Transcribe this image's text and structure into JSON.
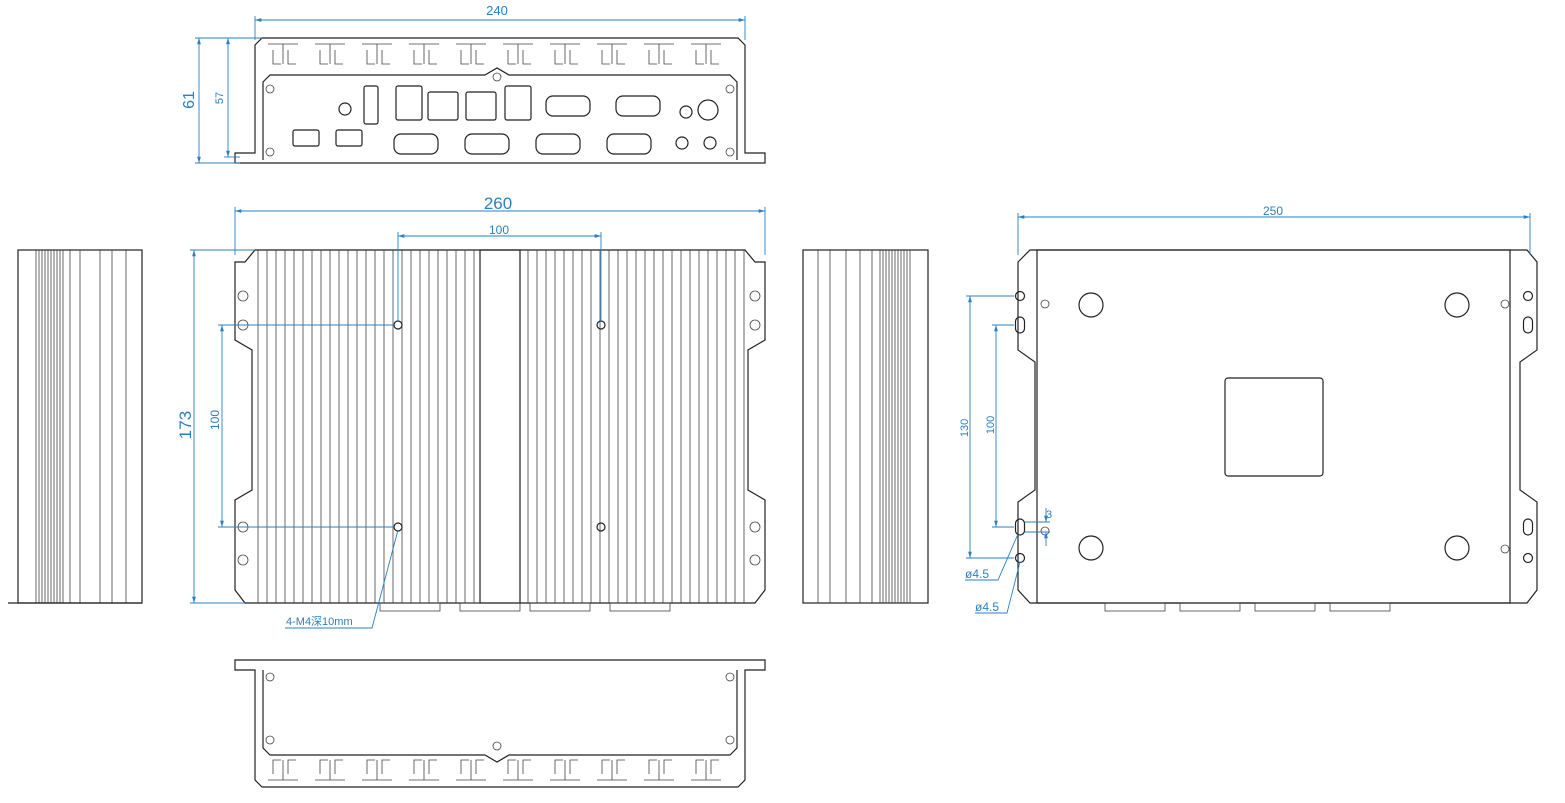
{
  "front_view": {
    "width_dim": "240",
    "height_dim": "61",
    "inner_height_dim": "57"
  },
  "top_view": {
    "length_dim": "260",
    "hole_spacing_x": "100",
    "depth_dim": "173",
    "hole_spacing_y": "100",
    "thread_note": "4-M4深10mm"
  },
  "bottom_view": {
    "length_dim": "250",
    "slot_spacing_outer": "130",
    "slot_spacing_inner": "100",
    "slot_offset": "3",
    "hole_dia_1": "ø4.5",
    "hole_dia_2": "ø4.5"
  },
  "colors": {
    "dimension": "#2a7fc4",
    "outline": "#222222"
  }
}
